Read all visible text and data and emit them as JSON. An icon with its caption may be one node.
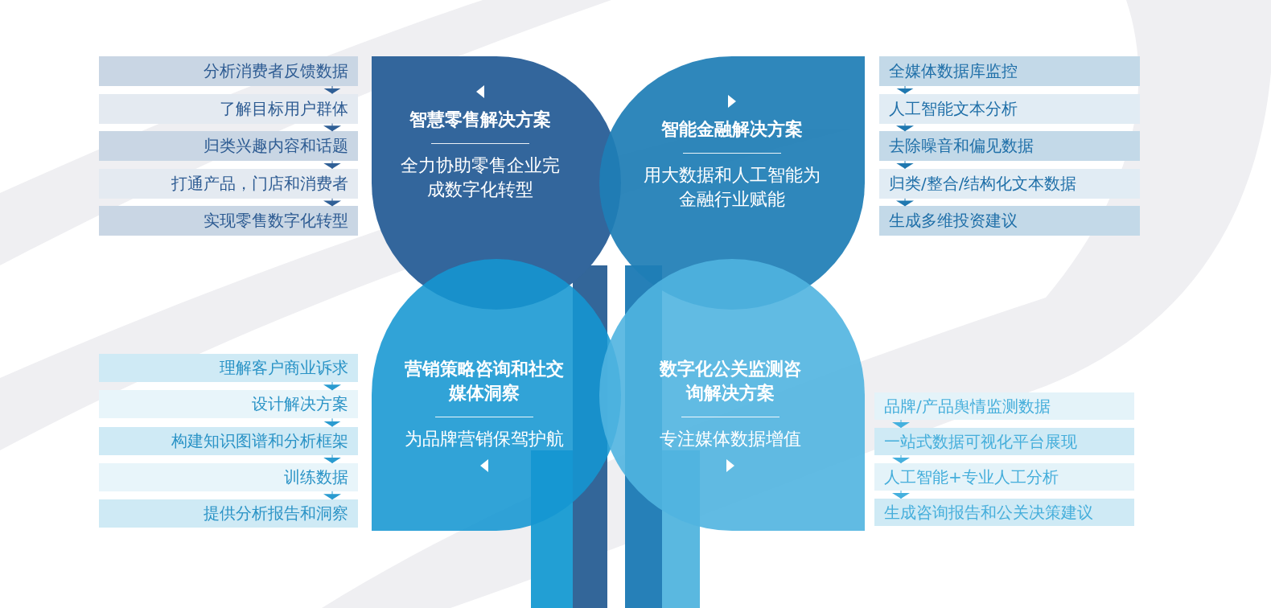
{
  "diagram": {
    "nodes": [
      {
        "text": [
          "智慧零售解决方案",
          "全力协助零售企业完成数字化转型"
        ]
      },
      {
        "text": [
          "分析消费者反馈数据"
        ]
      },
      {
        "text": [
          "了解目标用户群体"
        ]
      },
      {
        "text": [
          "归类兴趣内容和话题"
        ]
      },
      {
        "text": [
          "打通产品，门店和消费者"
        ]
      },
      {
        "text": [
          "实现零售数字化转型"
        ]
      },
      {
        "text": [
          "智能金融解决方案",
          "用大数据和人工智能为金融行业赋能"
        ]
      },
      {
        "text": [
          "全媒体数据库监控"
        ]
      },
      {
        "text": [
          "人工智能文本分析"
        ]
      },
      {
        "text": [
          "去除噪音和偏见数据"
        ]
      },
      {
        "text": [
          "归类/整合/结构化文本数据"
        ]
      },
      {
        "text": [
          "生成多维投资建议"
        ]
      },
      {
        "text": [
          "营销策略咨询和社交媒体洞察",
          "为品牌营销保驾护航"
        ]
      },
      {
        "text": [
          "理解客户商业诉求"
        ]
      },
      {
        "text": [
          "设计解决方案"
        ]
      },
      {
        "text": [
          "构建知识图谱和分析框架"
        ]
      },
      {
        "text": [
          "训练数据"
        ]
      },
      {
        "text": [
          "提供分析报告和洞察"
        ]
      },
      {
        "text": [
          "数字化公关监测咨询解决方案",
          "专注媒体数据增值"
        ]
      },
      {
        "text": [
          "品牌/产品舆情监测数据"
        ]
      },
      {
        "text": [
          "一站式数据可视化平台展现"
        ]
      },
      {
        "text": [
          "人工智能+专业人工分析"
        ]
      },
      {
        "text": [
          "生成咨询报告和公关决策建议"
        ]
      }
    ],
    "edges": [
      {
        "from": 1,
        "to": 2,
        "arrow": "to"
      },
      {
        "from": 2,
        "to": 3,
        "arrow": "to"
      },
      {
        "from": 3,
        "to": 4,
        "arrow": "to"
      },
      {
        "from": 4,
        "to": 5,
        "arrow": "to"
      },
      {
        "from": 7,
        "to": 8,
        "arrow": "to"
      },
      {
        "from": 8,
        "to": 9,
        "arrow": "to"
      },
      {
        "from": 9,
        "to": 10,
        "arrow": "to"
      },
      {
        "from": 10,
        "to": 11,
        "arrow": "to"
      },
      {
        "from": 13,
        "to": 14,
        "arrow": "to"
      },
      {
        "from": 14,
        "to": 15,
        "arrow": "to"
      },
      {
        "from": 15,
        "to": 16,
        "arrow": "to"
      },
      {
        "from": 16,
        "to": 17,
        "arrow": "to"
      },
      {
        "from": 19,
        "to": 20,
        "arrow": "to"
      },
      {
        "from": 20,
        "to": 21,
        "arrow": "to"
      },
      {
        "from": 21,
        "to": 22,
        "arrow": "to"
      }
    ]
  }
}
